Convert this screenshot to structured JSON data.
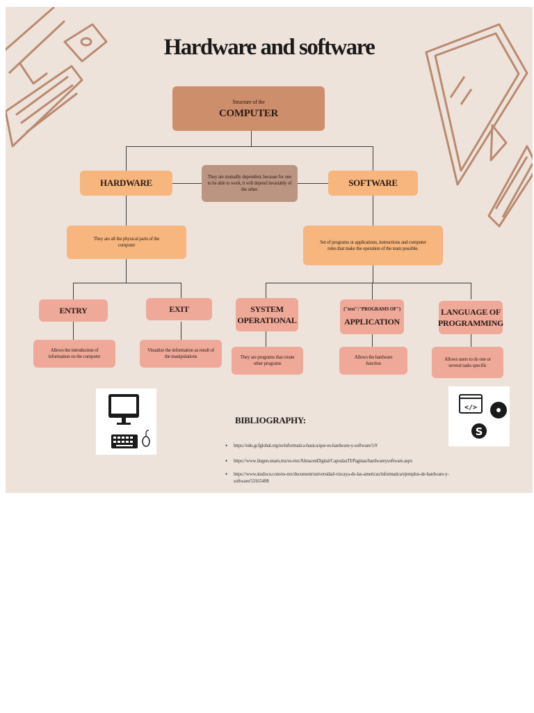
{
  "title": "Hardware and software",
  "computer": {
    "subtitle": "Structure of the",
    "label": "COMPUTER"
  },
  "hardware": {
    "label": "HARDWARE",
    "description": "They are all the physical parts of the computer"
  },
  "software": {
    "label": "SOFTWARE",
    "description": "Set of programs or applications, instructions and computer rules that make the operation of the team possible."
  },
  "dependency_note": "They are mutually dependent, because for one to be able to work, it will depend invariably of the other.",
  "hardware_children": [
    {
      "label": "ENTRY",
      "description": "Allows the introduction of information on the computer"
    },
    {
      "label": "EXIT",
      "description": "Visualize the information as result of the manipulations"
    }
  ],
  "software_children": [
    {
      "label": "SYSTEM OPERATIONAL",
      "description": "They are programs that create other programs"
    },
    {
      "prefix": "{\"text\":\"PROGRAMS OF\"}",
      "label": "APPLICATION",
      "description": "Allows the hardware function"
    },
    {
      "label": "LANGUAGE OF PROGRAMMING",
      "description": "Allows users to do one or several tasks specific"
    }
  ],
  "bibliography": {
    "title": "BIBLIOGRAPHY:",
    "items": [
      "https://edu.gcfglobal.org/es/informatica-basica/que-es-hardware-y-software/1/#",
      "https://www.iingen.unam.mx/es-mx/AlmacenDigital/CapsulasTI/Paginas/hardwareysoftware.aspx",
      "https://www.studocu.com/es-mx/document/universidad-vizcaya-de-las-americas/informatica/ejemplos-de-hardware-y-software/53165498"
    ]
  },
  "colors": {
    "background": "#eee3da",
    "orange": "#f6b67d",
    "pink": "#eea999",
    "brown": "#cd8e6b",
    "sketch": "#b98a70"
  },
  "icons": [
    "computer-sketch-icon",
    "monitor-sketch-icon",
    "desktop-computer-icon",
    "software-icons"
  ]
}
